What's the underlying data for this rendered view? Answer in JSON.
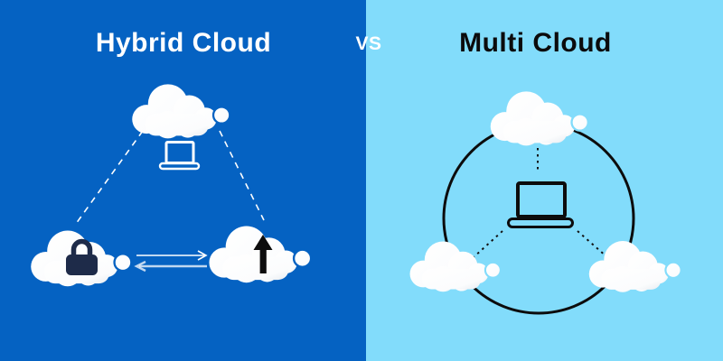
{
  "header": {
    "left_title": "Hybrid Cloud",
    "vs_label": "VS",
    "right_title": "Multi Cloud"
  },
  "colors": {
    "left_background": "#0562C2",
    "right_background": "#82DCFB",
    "left_title_color": "#FFFFFF",
    "right_title_color": "#0B0B0C",
    "cloud_fill": "#FFFFFF",
    "lock_color": "#1E2B49",
    "upload_arrow_color": "#0D0D0D",
    "left_connector_color": "#FFFFFF",
    "right_line_color": "#0C0C0C"
  },
  "icons": {
    "cloud": "☁",
    "laptop": "💻",
    "lock": "🔒",
    "upload_arrow": "⬆",
    "exchange_arrows": "⇄",
    "network_circle": "◯",
    "dashed_connector": "╲",
    "dotted_connector": "┆"
  }
}
